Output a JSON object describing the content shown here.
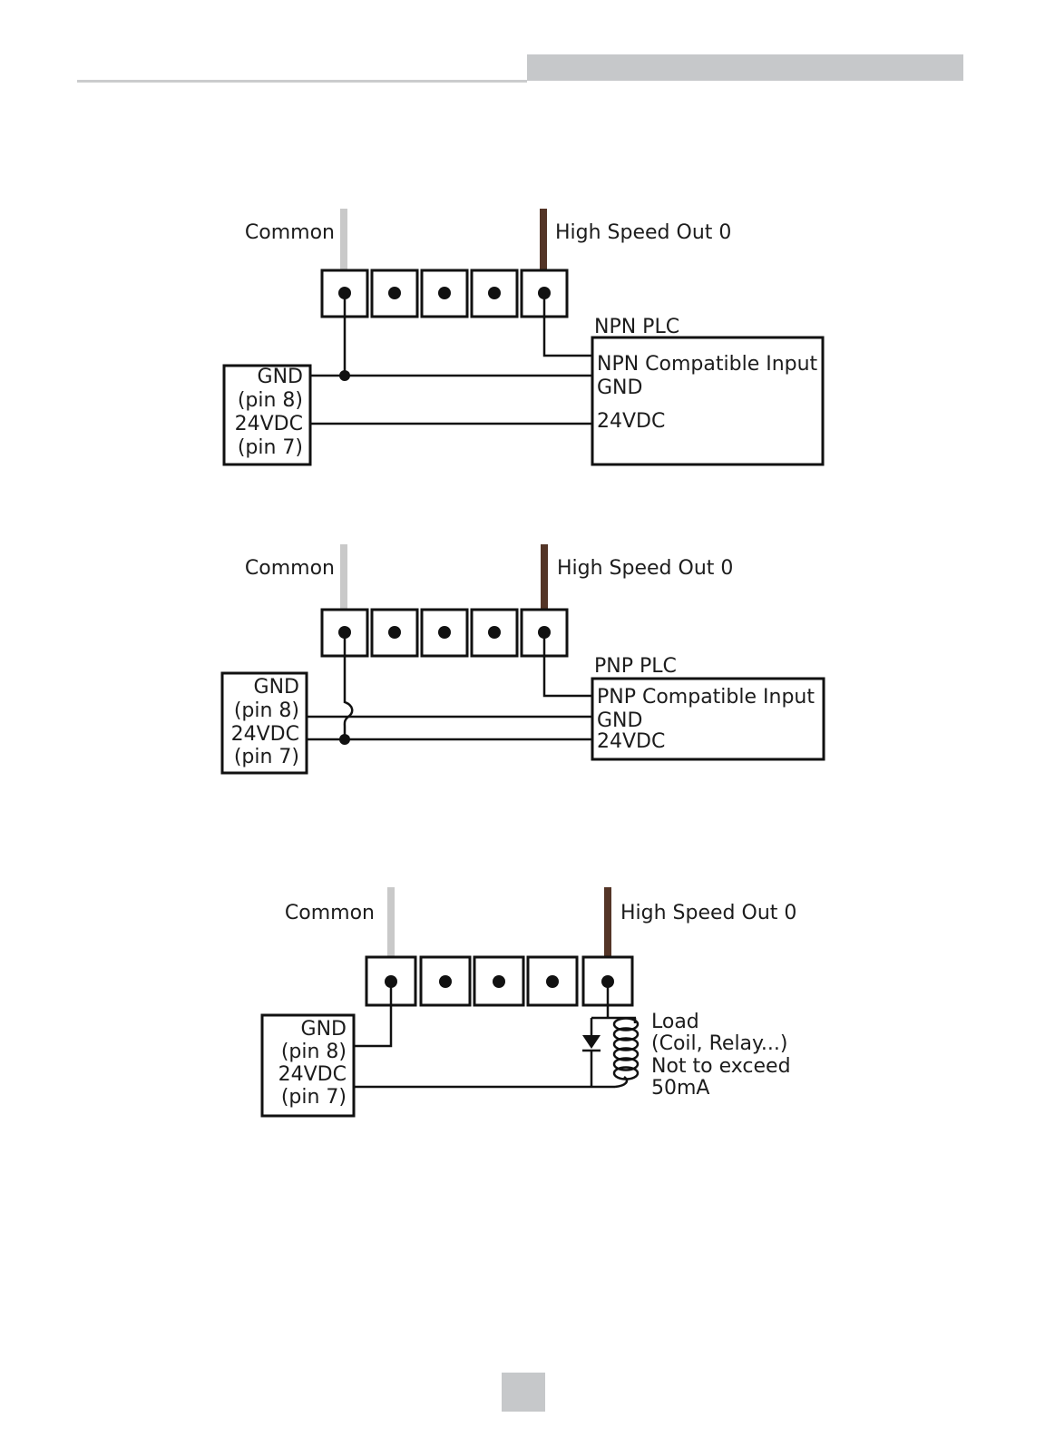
{
  "page": {
    "header": {
      "rule_color": "#cbcccd",
      "redacted_bar_color": "#c6c8ca"
    },
    "footer": {
      "page_box_color": "#c6c8ca"
    }
  },
  "colors": {
    "common_wire": "#c9c9c9",
    "high_speed_wire": "#543527",
    "line": "#111111"
  },
  "diagrams": [
    {
      "common_label": "Common",
      "output_label": "High Speed Out 0",
      "plc_title": "NPN PLC",
      "plc_lines": [
        "NPN Compatible Input",
        "GND",
        "24VDC"
      ],
      "power_box_lines": [
        "GND",
        "(pin 8)",
        "24VDC",
        "(pin 7)"
      ]
    },
    {
      "common_label": "Common",
      "output_label": "High Speed Out 0",
      "plc_title": "PNP PLC",
      "plc_lines": [
        "PNP Compatible Input",
        "GND",
        "24VDC"
      ],
      "power_box_lines": [
        "GND",
        "(pin 8)",
        "24VDC",
        "(pin 7)"
      ]
    },
    {
      "common_label": "Common",
      "output_label": "High Speed Out 0",
      "load_lines": [
        "Load",
        "(Coil, Relay...)",
        "Not to exceed",
        "50mA"
      ],
      "power_box_lines": [
        "GND",
        "(pin 8)",
        "24VDC",
        "(pin 7)"
      ]
    }
  ]
}
